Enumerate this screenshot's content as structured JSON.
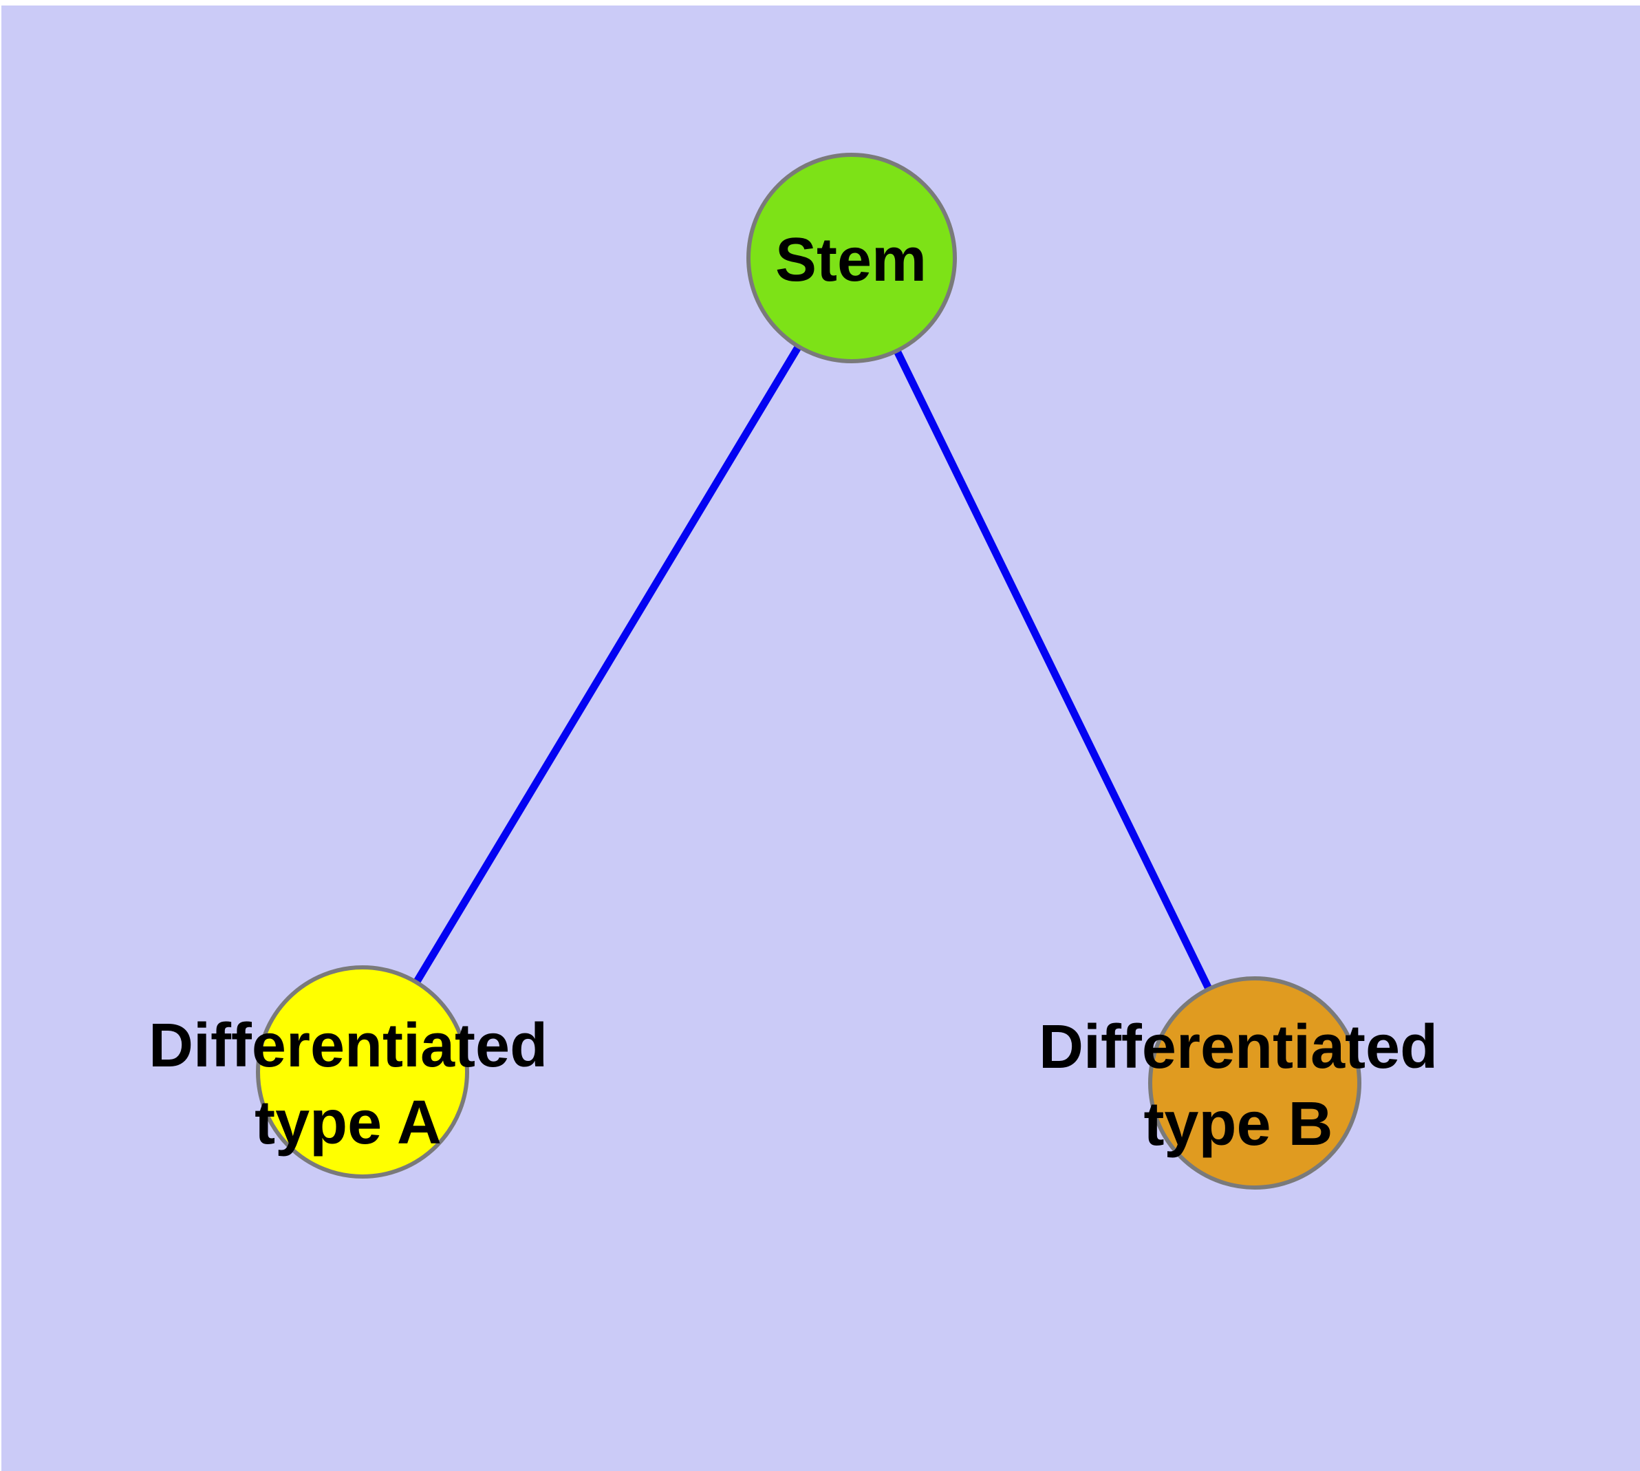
{
  "diagram": {
    "type": "graph",
    "description": "Cell differentiation hierarchy: a stem node branching to two differentiated cell types",
    "nodes": [
      {
        "id": "stem",
        "label": "Stem",
        "color": "#7de217",
        "shape": "circle"
      },
      {
        "id": "type-a",
        "label": "Differentiated\ntype A",
        "color": "#ffff00",
        "shape": "circle"
      },
      {
        "id": "type-b",
        "label": "Differentiated\ntype B",
        "color": "#e09b20",
        "shape": "circle"
      }
    ],
    "edges": [
      {
        "source": "Stem",
        "target": "Differentiated type A"
      },
      {
        "source": "Stem",
        "target": "Differentiated type B"
      }
    ]
  },
  "nodes": [
    {
      "label": "Stem"
    },
    {
      "label": "Differentiated\ntype A"
    },
    {
      "label": "Differentiated\ntype B"
    }
  ],
  "colors": {
    "background": "#cbcbf7",
    "frame": "#ffffff",
    "edge-blue": "#0303f2",
    "node-border": "#7a7a7a",
    "stem-green": "#7de217",
    "type-a-yellow": "#ffff00",
    "type-b-orange": "#e09b20",
    "label-text": "#000000"
  }
}
